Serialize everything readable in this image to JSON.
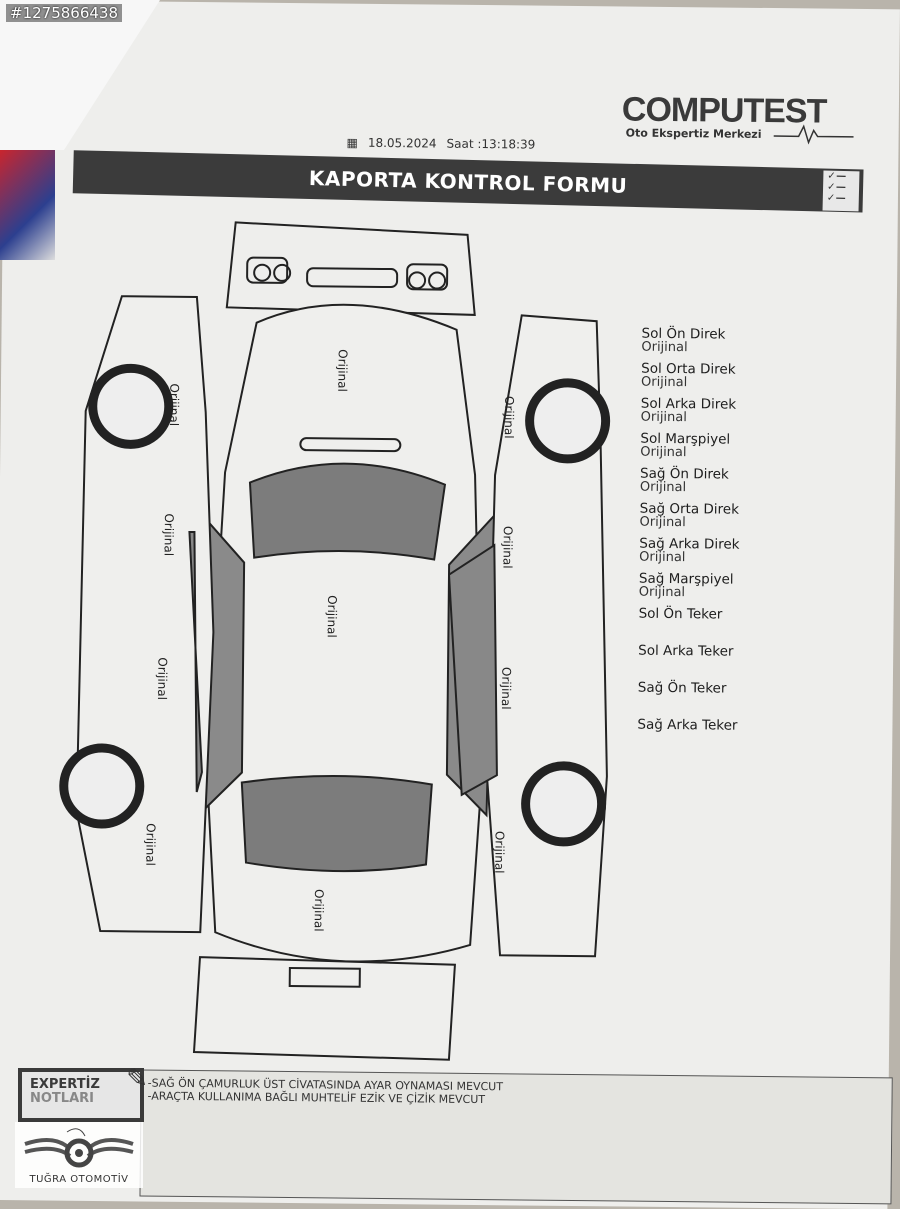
{
  "image_id": "#1275866438",
  "brand": {
    "name": "COMPUTEST",
    "subtitle": "Oto Ekspertiz Merkezi"
  },
  "report": {
    "date": "18.05.2024",
    "time_label": "Saat :13:18:39"
  },
  "form_title": "KAPORTA KONTROL FORMU",
  "diagram_labels": [
    "Orijinal",
    "Orijinal",
    "Orijinal",
    "Orijinal",
    "Orijinal",
    "Orijinal",
    "Orijinal",
    "Orijinal",
    "Orijinal",
    "Orijinal",
    "Orijinal"
  ],
  "status_list": [
    {
      "part": "Sol Ön Direk",
      "value": "Orijinal"
    },
    {
      "part": "Sol Orta Direk",
      "value": "Orijinal"
    },
    {
      "part": "Sol Arka Direk",
      "value": "Orijinal"
    },
    {
      "part": "Sol Marşpiyel",
      "value": "Orijinal"
    },
    {
      "part": "Sağ Ön Direk",
      "value": "Orijinal"
    },
    {
      "part": "Sağ Orta Direk",
      "value": "Orijinal"
    },
    {
      "part": "Sağ Arka Direk",
      "value": "Orijinal"
    },
    {
      "part": "Sağ Marşpiyel",
      "value": "Orijinal"
    },
    {
      "part": "Sol Ön Teker",
      "value": ""
    },
    {
      "part": "Sol Arka Teker",
      "value": ""
    },
    {
      "part": "Sağ Ön Teker",
      "value": ""
    },
    {
      "part": "Sağ Arka Teker",
      "value": ""
    }
  ],
  "notes_heading": {
    "line1": "EXPERTİZ",
    "line2": "NOTLARI"
  },
  "notes": [
    "-SAĞ ÖN ÇAMURLUK ÜST CİVATASINDA AYAR OYNAMASI MEVCUT",
    "-ARAÇTA KULLANIMA BAĞLI MUHTELİF EZİK VE ÇİZİK MEVCUT"
  ],
  "watermark": "TUĞRA OTOMOTİV"
}
